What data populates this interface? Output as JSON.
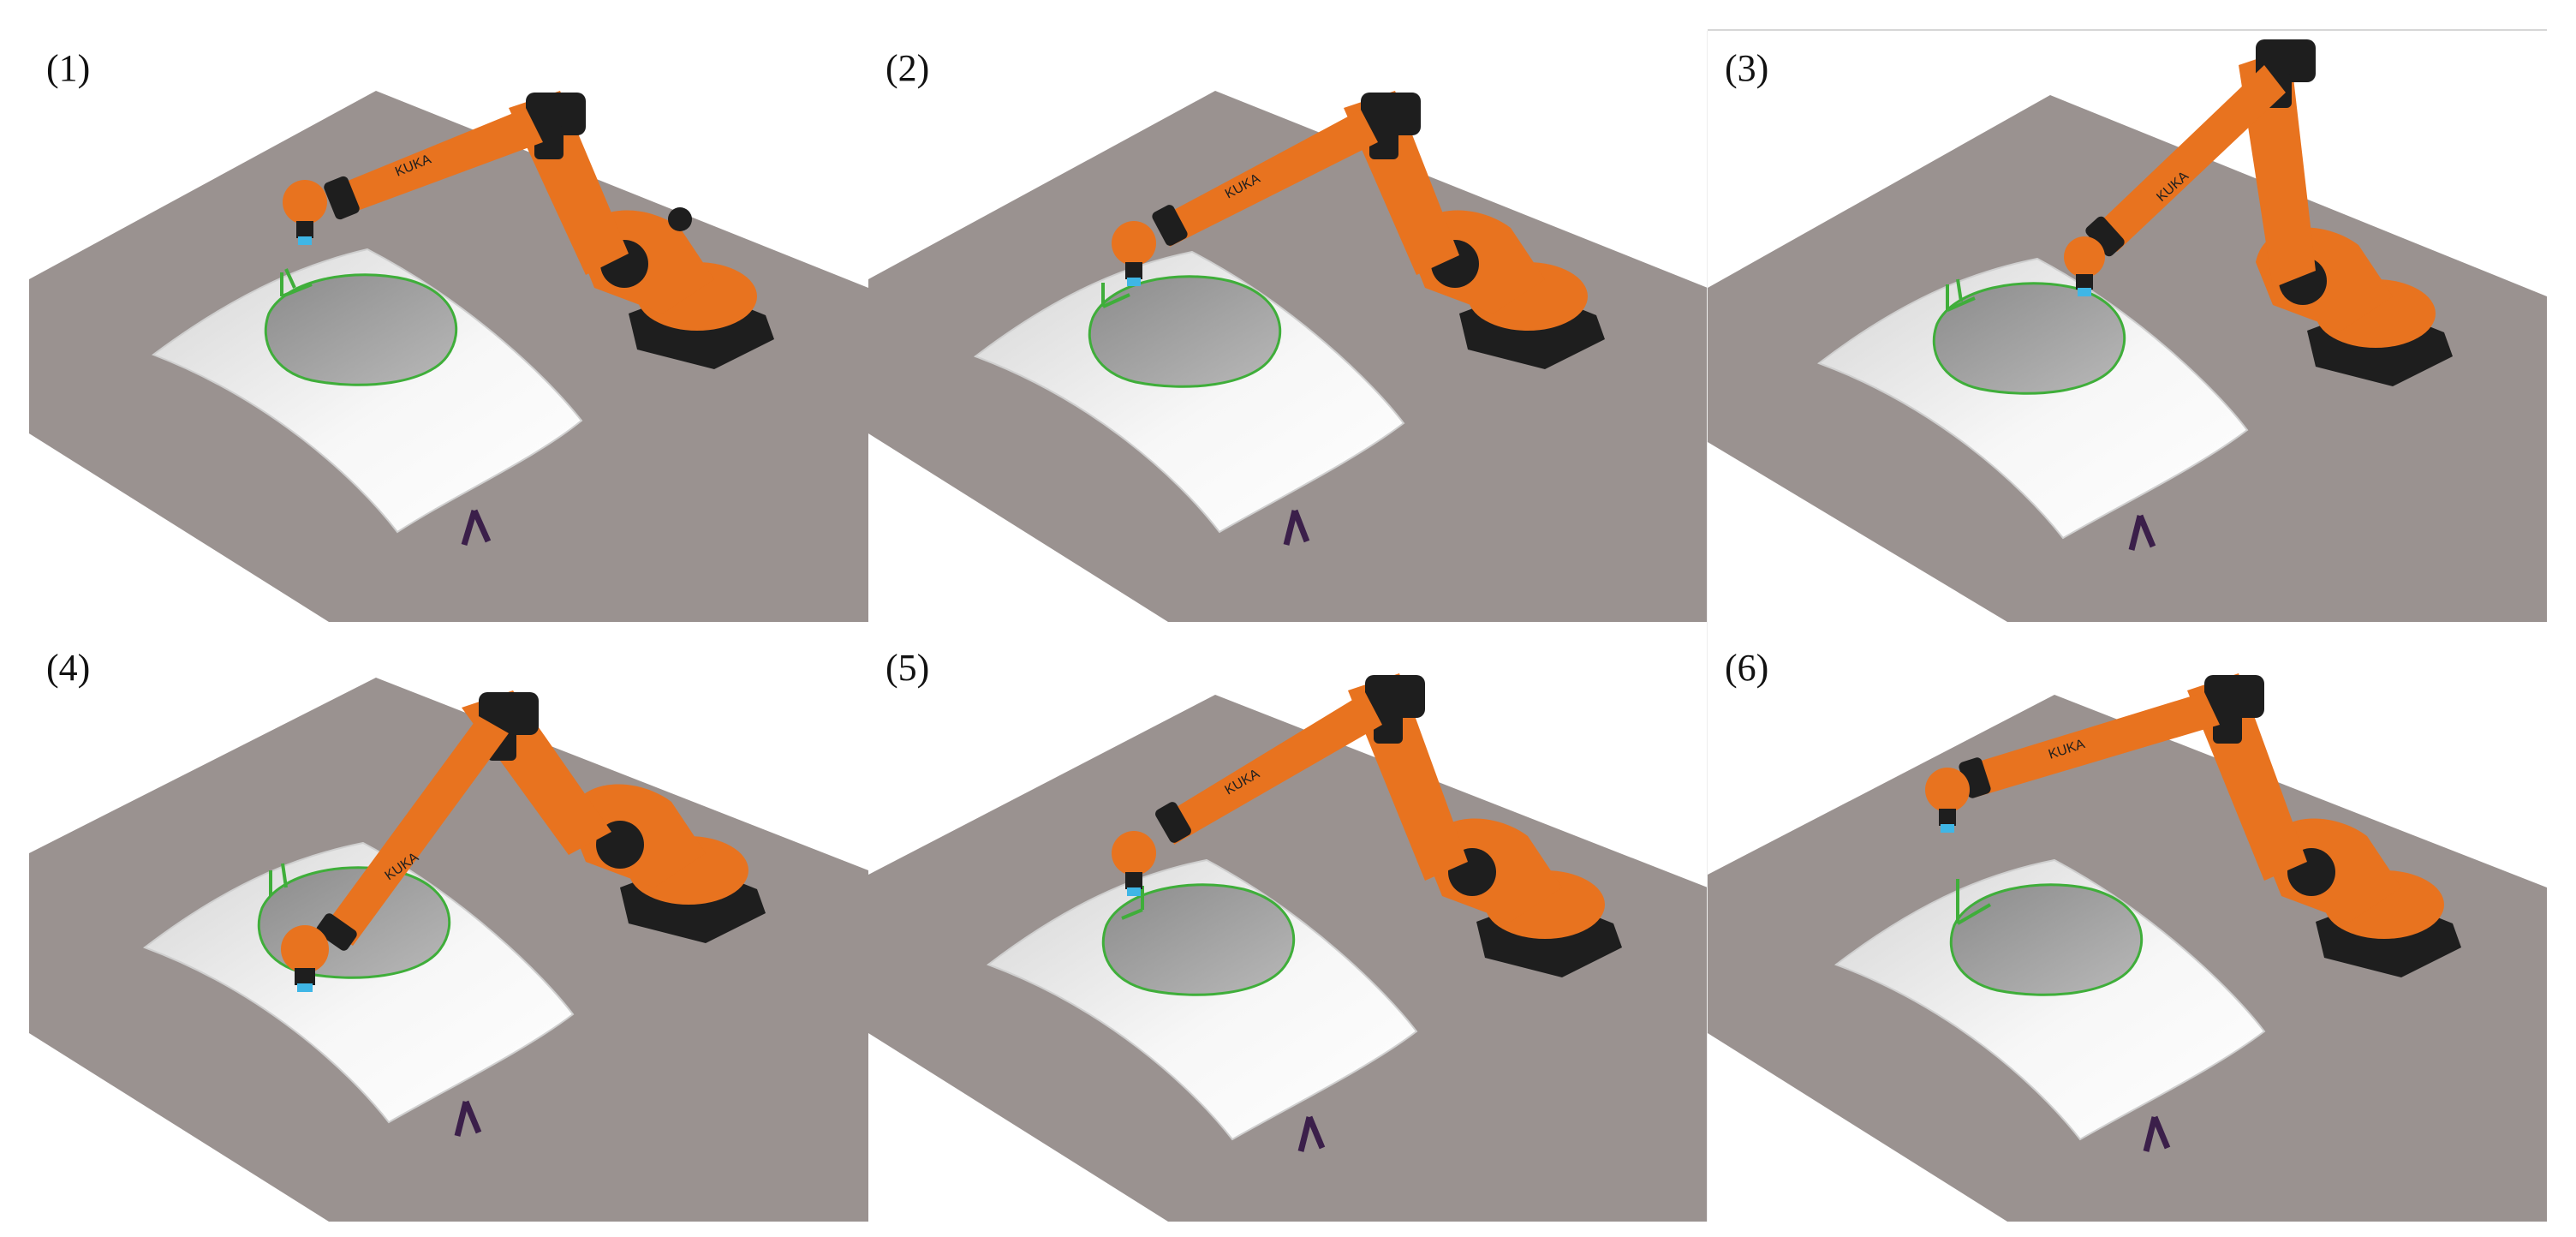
{
  "figure": {
    "panels": [
      {
        "label": "(1)",
        "robot_brand": "KUKA",
        "pose": "tool-start-left"
      },
      {
        "label": "(2)",
        "robot_brand": "KUKA",
        "pose": "tool-on-curve-left"
      },
      {
        "label": "(3)",
        "robot_brand": "KUKA",
        "pose": "tool-top-right-of-curve"
      },
      {
        "label": "(4)",
        "robot_brand": "KUKA",
        "pose": "tool-bottom-of-curve"
      },
      {
        "label": "(5)",
        "robot_brand": "KUKA",
        "pose": "tool-lower-left-of-curve"
      },
      {
        "label": "(6)",
        "robot_brand": "KUKA",
        "pose": "tool-retracted-left"
      }
    ],
    "colors": {
      "floor": "#9a9290",
      "surface": "#f2f2f2",
      "path": "#3fae3a",
      "robot": "#e8731f",
      "robot_dark": "#1e1e1e",
      "tool_tip": "#3fb6e6",
      "supports": "#3b1f4a"
    }
  }
}
